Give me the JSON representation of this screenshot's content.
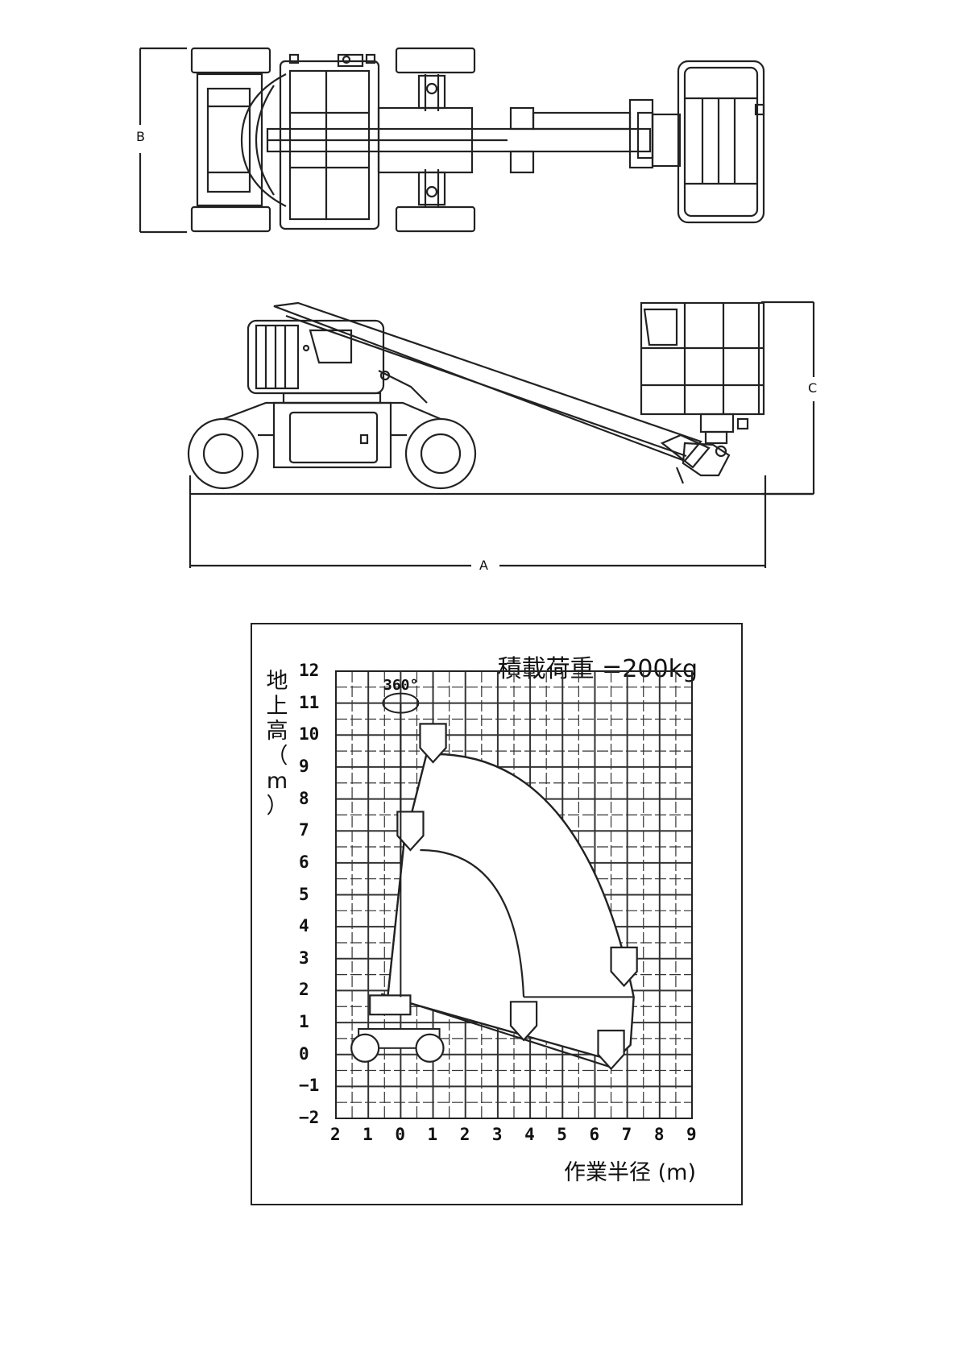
{
  "top_view": {
    "dimension_label": "B"
  },
  "side_view": {
    "width_label": "A",
    "height_label": "C"
  },
  "chart_data": {
    "type": "working-range diagram",
    "title": "積載荷重 =200kg",
    "ylabel_chars": [
      "地",
      "上",
      "高",
      "（",
      "m",
      "）"
    ],
    "xlabel": "作業半径 (m)",
    "x_ticks": [
      "2",
      "1",
      "0",
      "1",
      "2",
      "3",
      "4",
      "5",
      "6",
      "7",
      "8",
      "9"
    ],
    "y_ticks": [
      "12",
      "11",
      "10",
      "9",
      "8",
      "7",
      "6",
      "5",
      "4",
      "3",
      "2",
      "1",
      "0",
      "−1",
      "−2"
    ],
    "xlim": [
      -2,
      9
    ],
    "ylim": [
      -2,
      12
    ],
    "rotation_label": "360°",
    "grid": true
  }
}
